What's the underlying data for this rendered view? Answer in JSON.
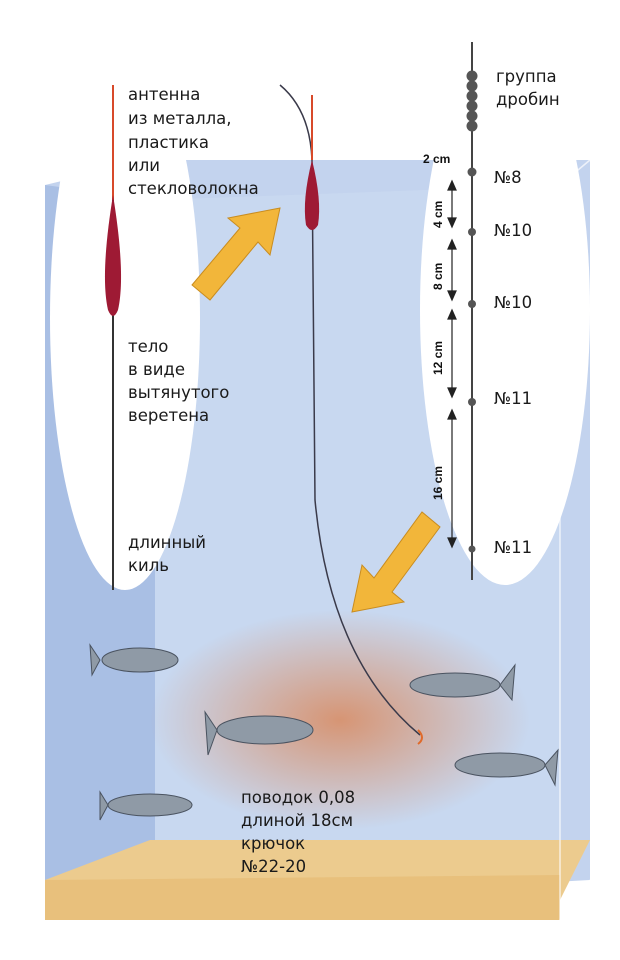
{
  "float_labels": {
    "antenna": [
      "антенна",
      "из металла,",
      "пластика",
      "или",
      "стекловолокна"
    ],
    "body": [
      "тело",
      "в виде",
      "вытянутого",
      "веретена"
    ],
    "keel": [
      "длинный",
      "киль"
    ]
  },
  "shot_labels": {
    "group": [
      "группа",
      "дробин"
    ],
    "shots": [
      "№8",
      "№10",
      "№10",
      "№11",
      "№11"
    ],
    "distances": [
      "2 cm",
      "4 cm",
      "8 cm",
      "12 cm",
      "16 cm"
    ]
  },
  "leader_labels": [
    "поводок 0,08",
    "длиной 18см",
    "крючок",
    "№22-20"
  ],
  "colors": {
    "water": "#b9cbea",
    "sand": "#eccb8e",
    "float": "#9e1a34",
    "arrow": "#f2b63a",
    "bait": "#d9895e"
  }
}
